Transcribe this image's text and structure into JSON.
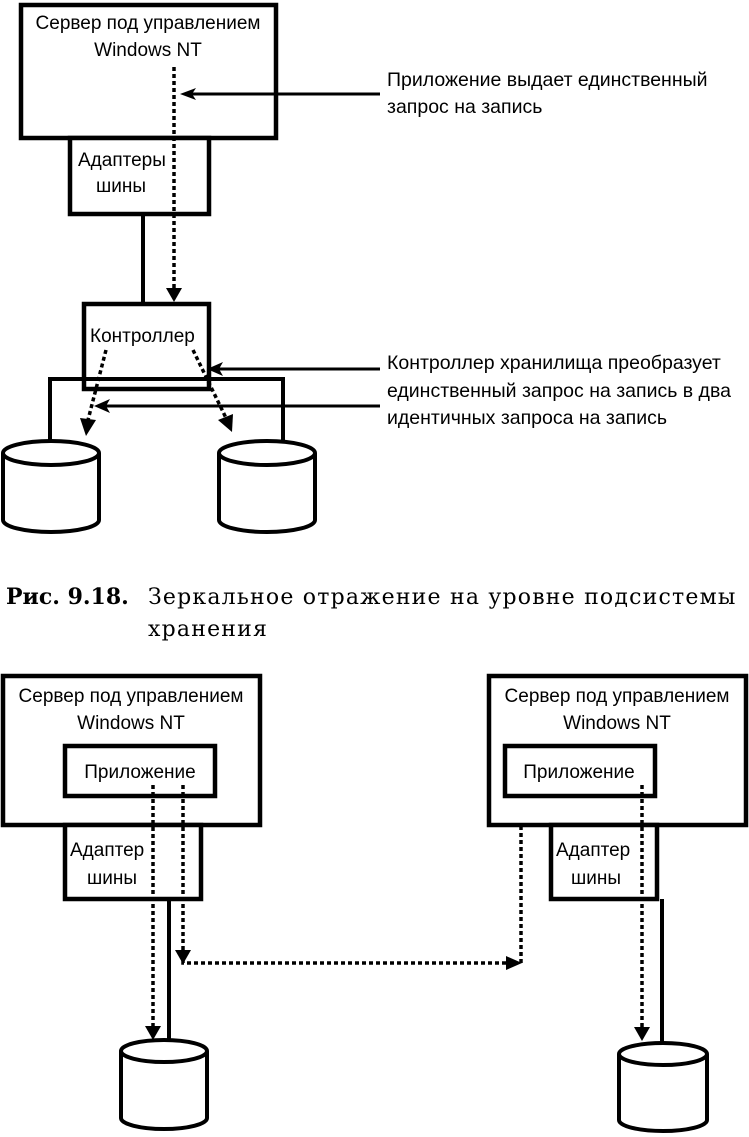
{
  "figure_top": {
    "server_label_line1": "Сервер под управлением",
    "server_label_line2": "Windows NT",
    "adapters_line1": "Адаптеры",
    "adapters_line2": "шины",
    "controller_label": "Контроллер",
    "note_app_line1": "Приложение выдает единственный",
    "note_app_line2": "запрос на запись",
    "note_ctrl_line1": "Контроллер хранилища преобразует",
    "note_ctrl_line2": "единственный запрос на запись в два",
    "note_ctrl_line3": "идентичных запроса на запись",
    "disk_count": 2
  },
  "caption": {
    "number": "Рис. 9.18.",
    "text_line1": "Зеркальное  отражение  на  уровне  подсистемы",
    "text_line2": "хранения"
  },
  "figure_bottom": {
    "left_server": {
      "label_line1": "Сервер под управлением",
      "label_line2": "Windows NT",
      "app_label": "Приложение",
      "adapter_line1": "Адаптер",
      "adapter_line2": "шины"
    },
    "right_server": {
      "label_line1": "Сервер под управлением",
      "label_line2": "Windows NT",
      "app_label": "Приложение",
      "adapter_line1": "Адаптер",
      "adapter_line2": "шины"
    }
  }
}
